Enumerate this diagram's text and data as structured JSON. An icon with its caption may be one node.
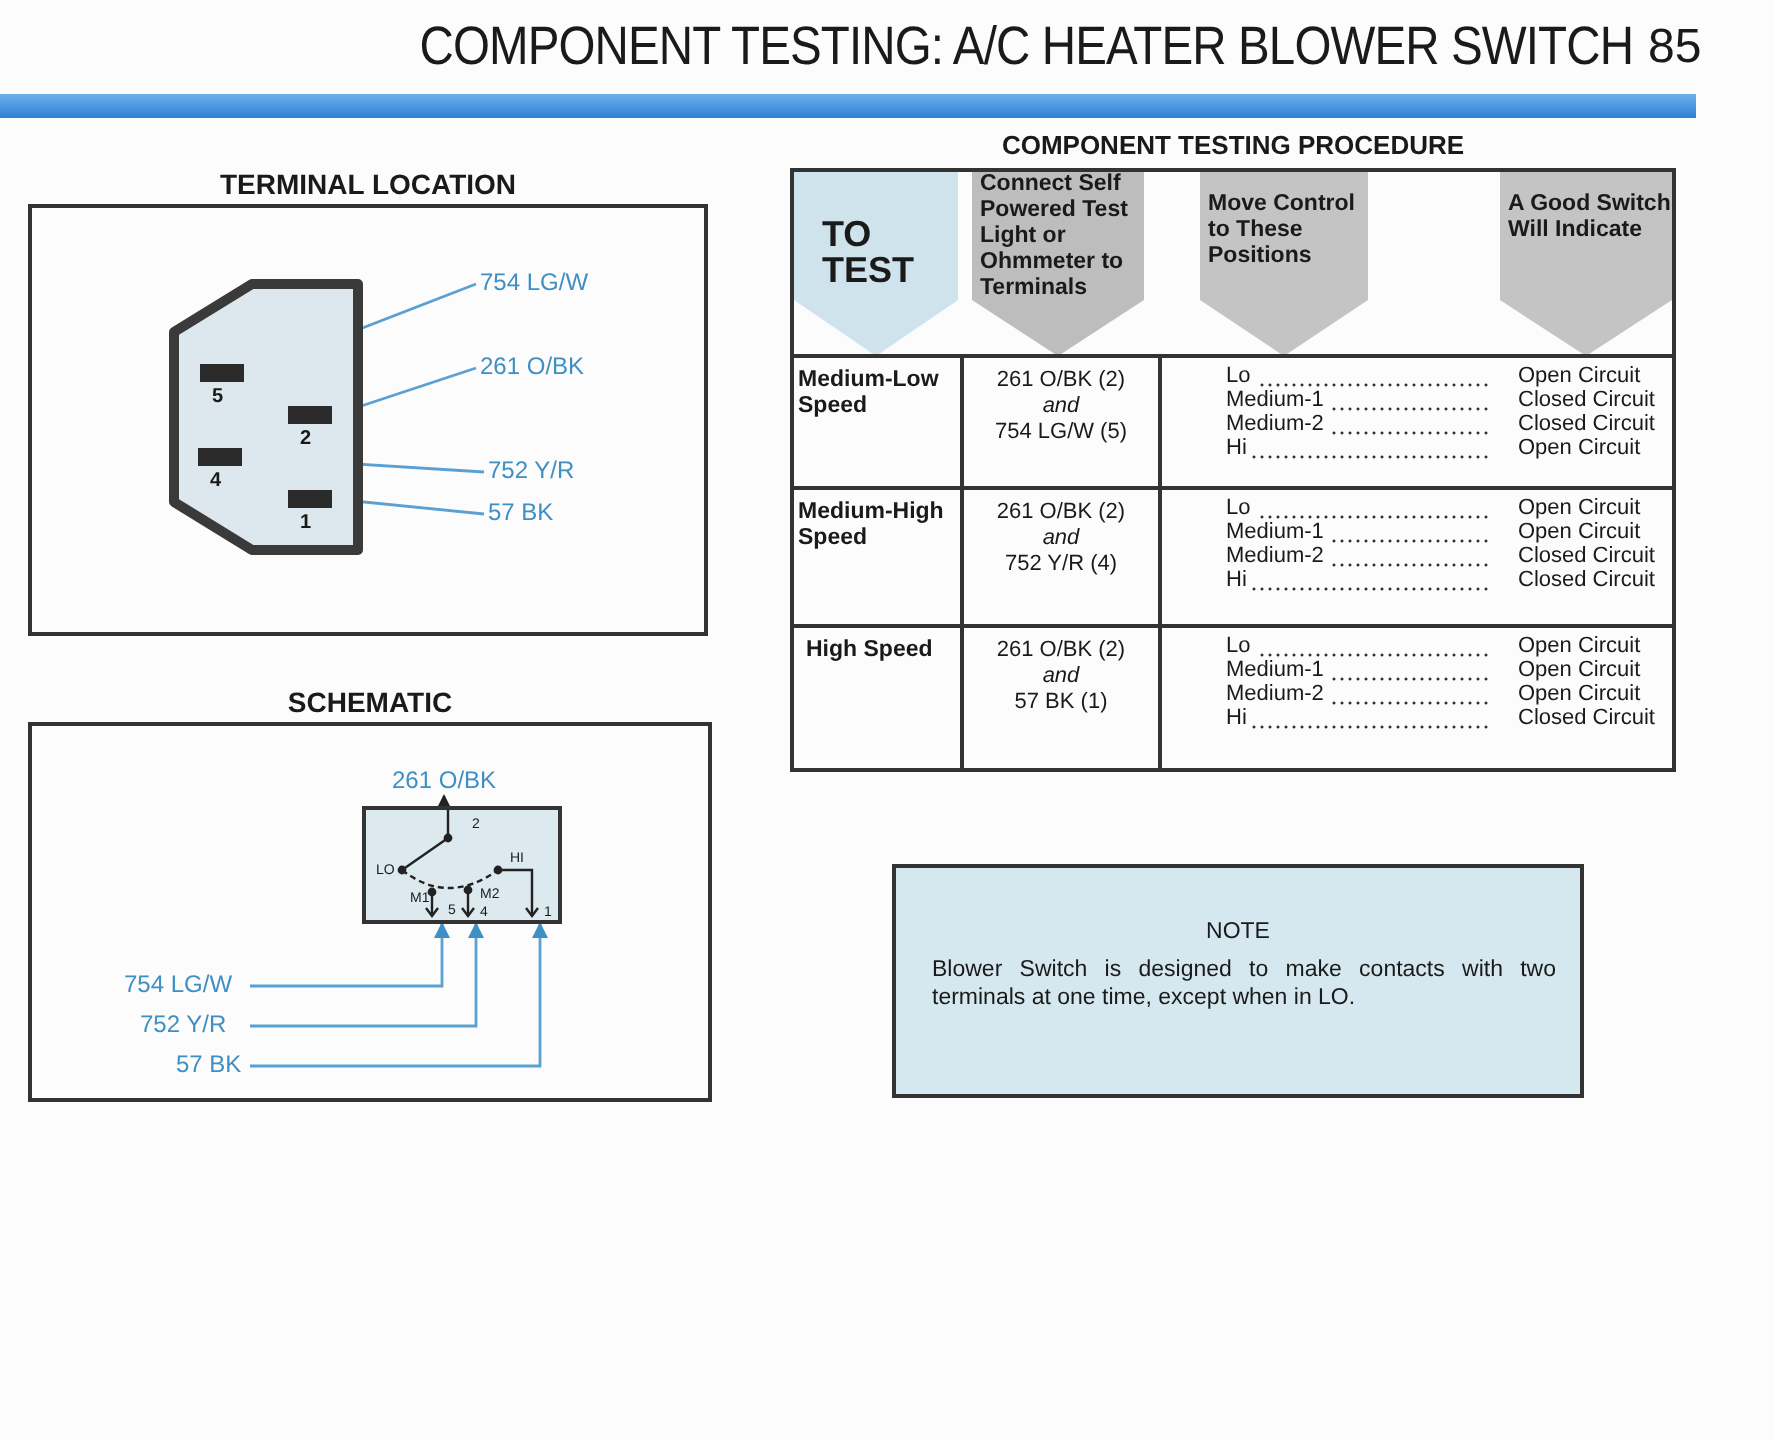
{
  "diagram": {
    "title": "COMPONENT TESTING: A/C HEATER BLOWER SWITCH",
    "nodes": [
      {
        "text": [
          "TERMINAL LOCATION"
        ]
      },
      {
        "text": [],
        "shape": "box",
        "in": 0
      },
      {
        "text": [],
        "shape": "bar",
        "in": 1,
        "beside": [
          "5"
        ]
      },
      {
        "text": [],
        "shape": "bar",
        "in": 1,
        "beside": [
          "2"
        ]
      },
      {
        "text": [],
        "shape": "bar",
        "in": 1,
        "beside": [
          "4"
        ]
      },
      {
        "text": [],
        "shape": "bar",
        "in": 1,
        "beside": [
          "1"
        ]
      },
      {
        "text": [
          "754 LG/W"
        ],
        "in": 0
      },
      {
        "text": [
          "261 O/BK"
        ],
        "in": 0
      },
      {
        "text": [
          "752 Y/R"
        ],
        "in": 0
      },
      {
        "text": [
          "57 BK"
        ],
        "in": 0
      },
      {
        "text": [
          "SCHEMATIC"
        ]
      },
      {
        "text": [],
        "shape": "box",
        "in": 10
      },
      {
        "text": [
          "261 O/BK"
        ],
        "in": 10
      },
      {
        "text": [
          "754 LG/W"
        ],
        "in": 10
      },
      {
        "text": [
          "752 Y/R"
        ],
        "in": 10
      },
      {
        "text": [
          "57 BK"
        ],
        "in": 10
      },
      {
        "text": [
          "TO TEST"
        ]
      },
      {
        "text": [
          "Connect Self Powered Test Light or Ohmmeter to Terminals"
        ]
      },
      {
        "text": [
          "Move Control to These Positions"
        ]
      },
      {
        "text": [
          "A Good Switch Will Indicate"
        ]
      },
      {
        "text": [
          "NOTE",
          "Blower Switch is designed to make contacts with two terminals at one time, except when in LO."
        ]
      }
    ],
    "edges": [
      {
        "from": 6,
        "to": 2,
        "arrow": "to"
      },
      {
        "from": 7,
        "to": 3,
        "arrow": "to"
      },
      {
        "from": 8,
        "to": 4,
        "arrow": "to"
      },
      {
        "from": 9,
        "to": 5,
        "arrow": "none"
      },
      {
        "from": 11,
        "to": 12,
        "arrow": "to",
        "color": "#222222"
      },
      {
        "from": 13,
        "to": 11,
        "arrow": "to"
      },
      {
        "from": 14,
        "to": 11,
        "arrow": "to"
      },
      {
        "from": 15,
        "to": 11,
        "arrow": "to"
      }
    ],
    "labels": [
      "85",
      "COMPONENT TESTING PROCEDURE",
      "2",
      "LO",
      "HI",
      "M1",
      "5",
      "M2",
      "4",
      "1",
      "Medium-Low Speed",
      "261 O/BK (2)",
      "and",
      "754 LG/W (5)",
      "Lo",
      "Open Circuit",
      "Medium-1",
      "Closed Circuit",
      "Medium-2",
      "Closed Circuit",
      "Hi",
      "Open Circuit",
      "Medium-High Speed",
      "261 O/BK (2)",
      "and",
      "752 Y/R (4)",
      "Lo",
      "Open Circuit",
      "Medium-1",
      "Open Circuit",
      "Medium-2",
      "Closed Circuit",
      "Hi",
      "Closed Circuit",
      "High Speed",
      "261 O/BK (2)",
      "and",
      "57 BK (1)",
      "Lo",
      "Open Circuit",
      "Medium-1",
      "Open Circuit",
      "Medium-2",
      "Open Circuit",
      "Hi",
      "Closed Circuit"
    ]
  }
}
